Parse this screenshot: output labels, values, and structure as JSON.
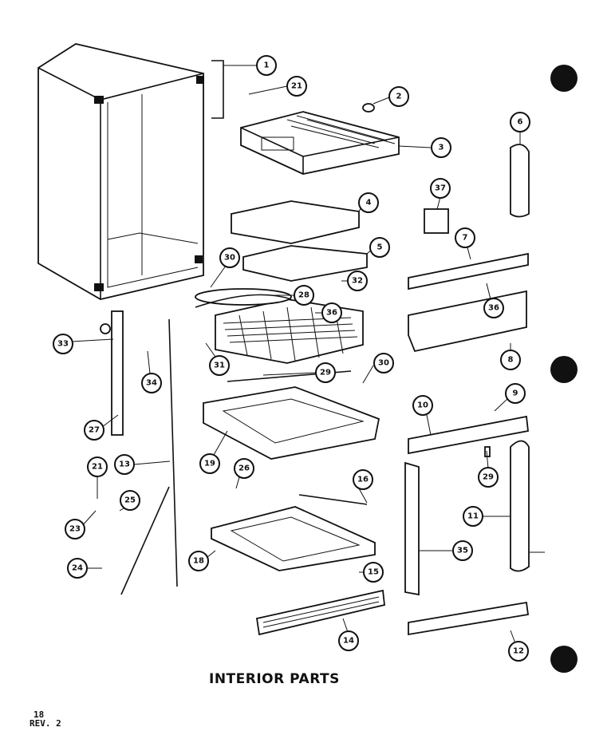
{
  "title": "INTERIOR PARTS",
  "page_number": "18",
  "revision": "REV. 2",
  "callouts": [
    "1",
    "21",
    "2",
    "3",
    "6",
    "37",
    "4",
    "5",
    "7",
    "30",
    "36",
    "28",
    "32",
    "36",
    "33",
    "34",
    "31",
    "29",
    "30",
    "8",
    "27",
    "19",
    "9",
    "10",
    "13",
    "29",
    "26",
    "21",
    "25",
    "16",
    "11",
    "23",
    "18",
    "24",
    "15",
    "35",
    "14",
    "12"
  ]
}
